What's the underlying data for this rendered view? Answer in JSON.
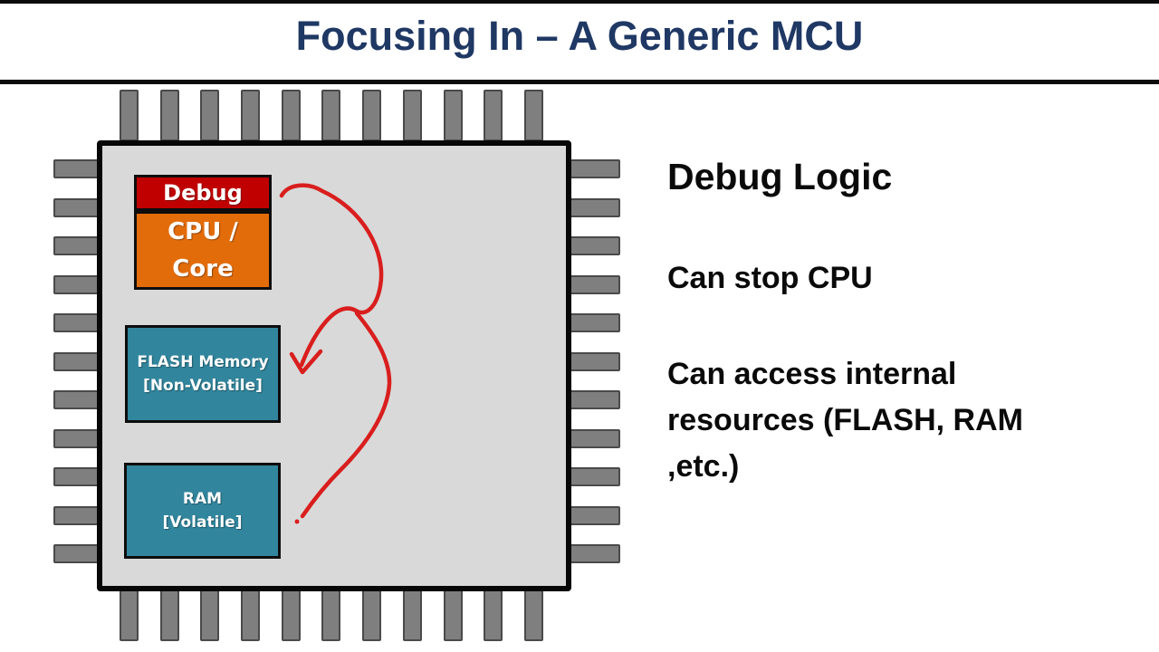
{
  "slide": {
    "title": "Focusing In – A Generic MCU",
    "title_color": "#1F3864"
  },
  "chip": {
    "pins_per_side": 11,
    "body_fill": "#D9D9D9",
    "pin_fill": "#7F7F7F",
    "blocks": {
      "debug": {
        "label": "Debug",
        "color": "#C00000"
      },
      "cpu": {
        "lines": [
          "CPU /",
          "Core"
        ],
        "color": "#E36C0A"
      },
      "flash": {
        "lines": [
          "FLASH Memory",
          "[Non-Volatile]"
        ],
        "color": "#31859C"
      },
      "ram": {
        "lines": [
          "RAM",
          "[Volatile]"
        ],
        "color": "#31859C"
      }
    }
  },
  "annotation": {
    "color": "#D91E1E",
    "description": "hand-drawn red arrow from Debug block toward FLASH, with second stroke toward RAM"
  },
  "notes": {
    "heading": "Debug Logic",
    "point1": "Can stop CPU",
    "point2_lines": [
      "Can access internal",
      "resources (FLASH, RAM",
      ",etc.)"
    ]
  }
}
